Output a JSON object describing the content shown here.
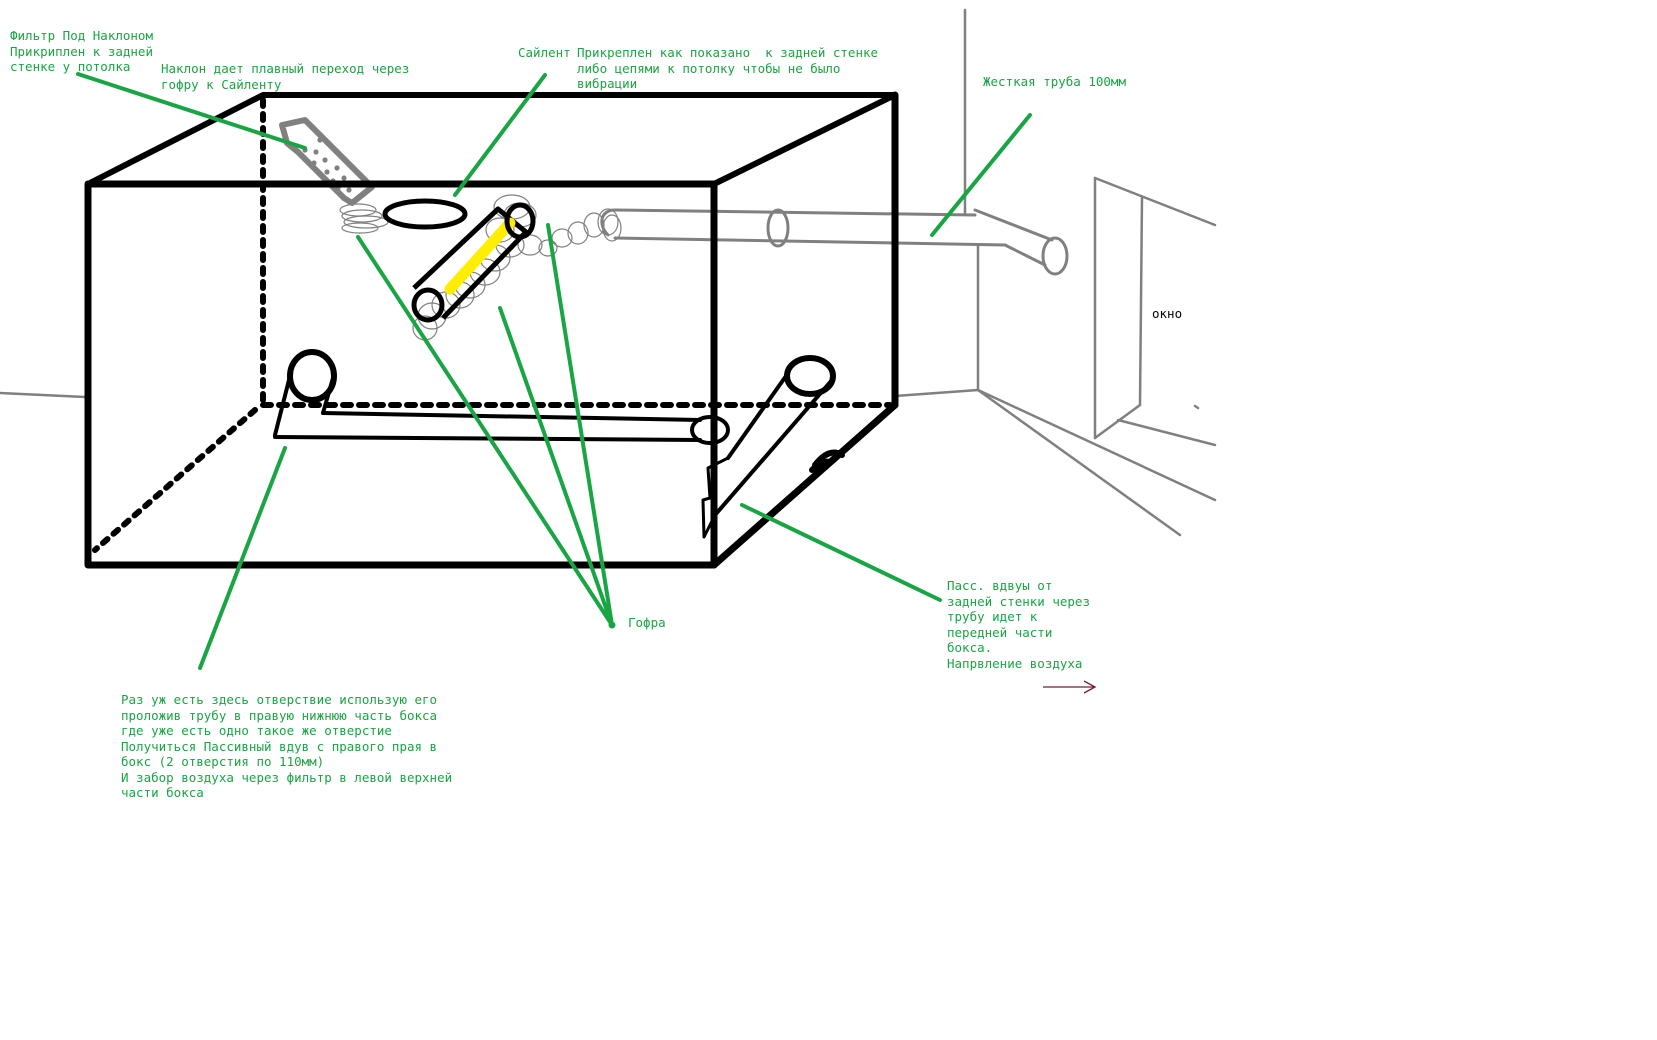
{
  "colors": {
    "box": "#000000",
    "room": "#808080",
    "annotation": "#1aa544",
    "duct": "#808080",
    "highlight": "#ffee00",
    "arrow": "#7a1c2e",
    "label_dark": "#000000"
  },
  "labels": {
    "filter": "Фильтр Под Наклоном\nПрикриплен к задней\nстенке у потолка",
    "tilt": "Наклон дает плавный переход через\nгофру к Сайленту",
    "silent": "Сайлент",
    "mount": "Прикреплен как показано  к задней стенке\nлибо цепями к потолку чтобы не было\nвибрации",
    "rigid_pipe": "Жесткая труба 100мм",
    "window": "окно",
    "gofra": "Гофра",
    "passive": "Пасс. вдвуы от\nзадней стенки через\nтрубу идет к\nпередней части\nбокса.\nНапрвление воздуха",
    "hole_note": "Раз уж есть здесь отверствие использую его\nпроложив трубу в правую нижнюю часть бокса\nгде уже есть одно такое же отверстие\nПолучиться Пассивный вдув с правого прая в\nбокс (2 отверстия по 110мм)\nИ забор воздуха через фильтр в левой верхней\nчасти бокса"
  }
}
